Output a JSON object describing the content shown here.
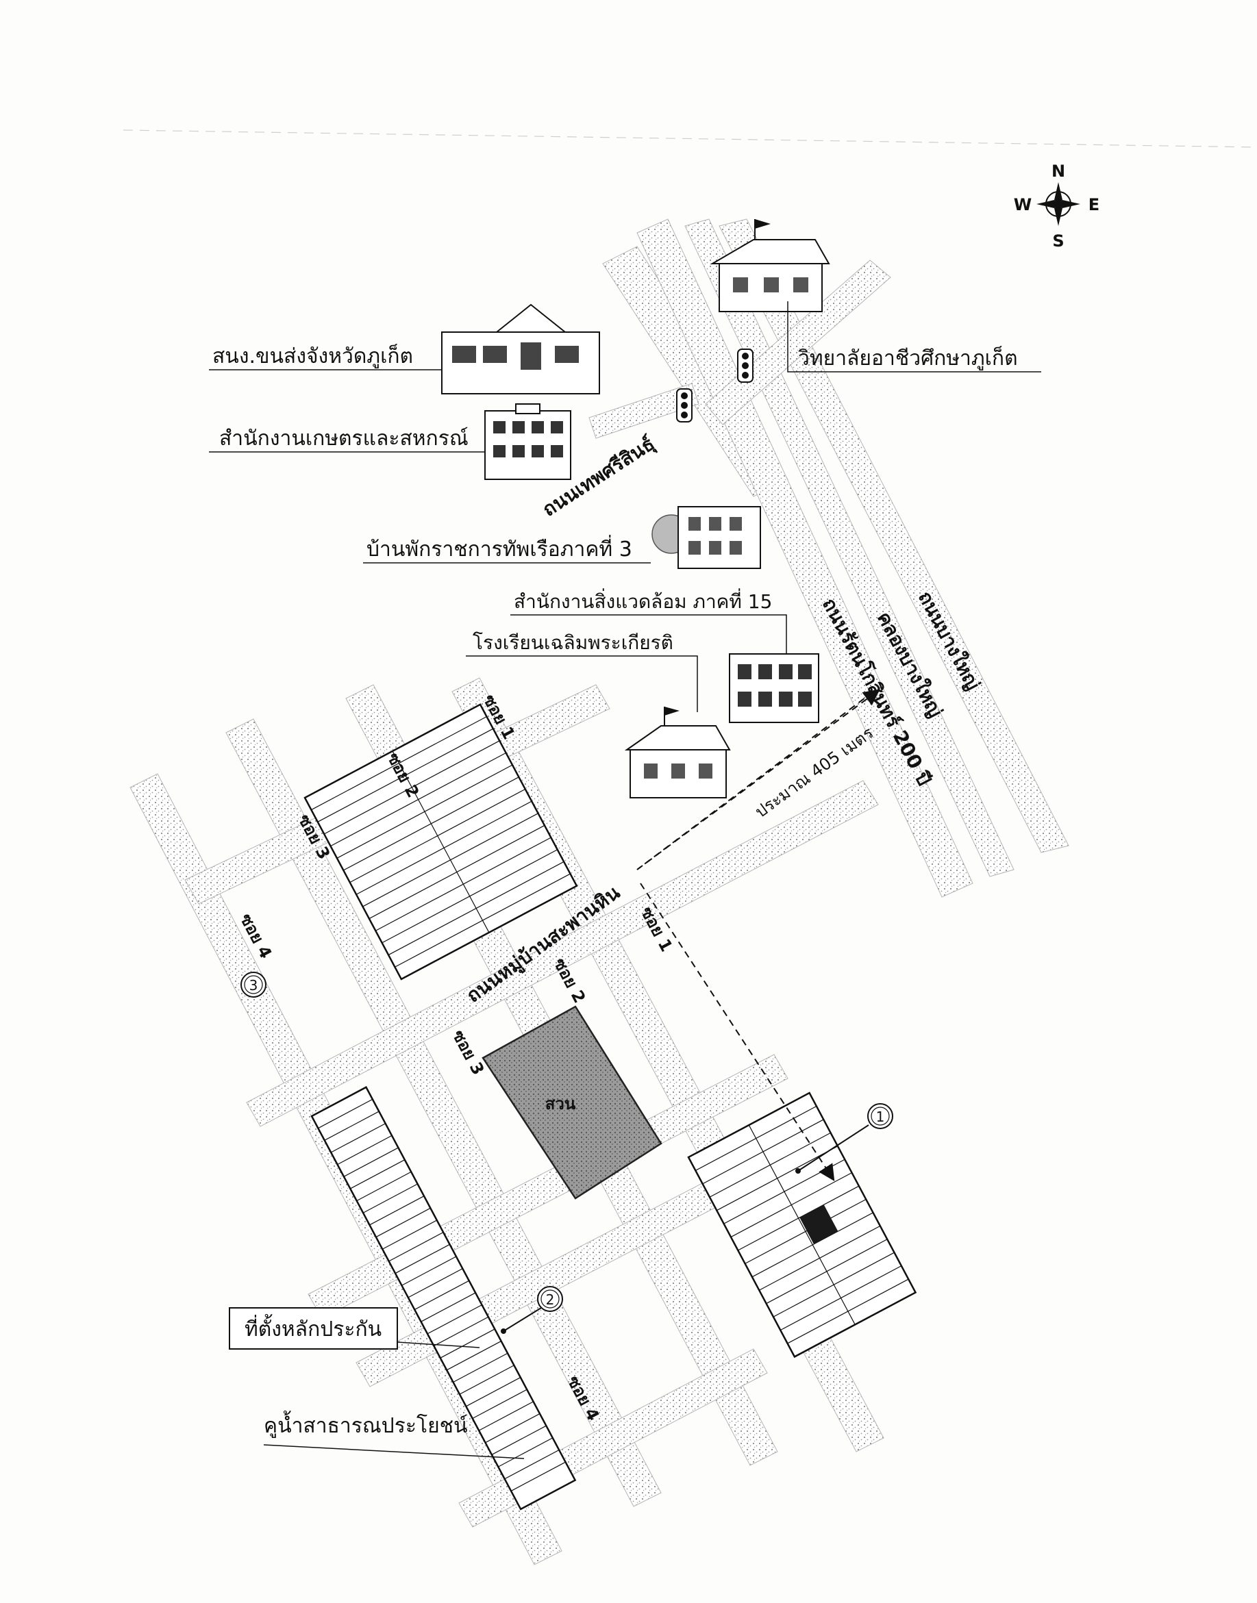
{
  "compass": {
    "n": "N",
    "s": "S",
    "e": "E",
    "w": "W"
  },
  "landmarks": {
    "college": "วิทยาลัยอาชีวศึกษาภูเก็ต",
    "transport": "สนง.ขนส่งจังหวัดภูเก็ต",
    "agri_office": "สำนักงานเกษตรและสหกรณ์",
    "navy_housing": "บ้านพักราชการทัพเรือภาคที่ 3",
    "env_office": "สำนักงานสิ่งแวดล้อม ภาคที่ 15",
    "school": "โรงเรียนเฉลิมพระเกียรติ"
  },
  "roads": {
    "thepkrasattri": "ถนนเทพศรีสินธุ์",
    "rattanakosin": "ถนนรัตนโกสินทร์ 200 ปี",
    "khlong": "คลองบางใหญ่",
    "bang_yai": "ถนนบางใหญ่",
    "saphan_hin": "ถนนหมู่บ้านสะพานหิน",
    "soi1_upper": "ซอย 1",
    "soi2_upper": "ซอย 2",
    "soi3_upper": "ซอย 3",
    "soi4_upper": "ซอย 4",
    "soi1_lower": "ซอย 1",
    "soi2_lower": "ซอย 2",
    "soi3_lower": "ซอย 3",
    "soi4_lower": "ซอย 4"
  },
  "distance": "ประมาณ 405 เมตร",
  "park": "สวน",
  "markers": [
    "1",
    "2",
    "3"
  ],
  "legend": {
    "collateral": "ที่ตั้งหลักประกัน",
    "canal": "คูน้ำสาธารณประโยชน์"
  }
}
